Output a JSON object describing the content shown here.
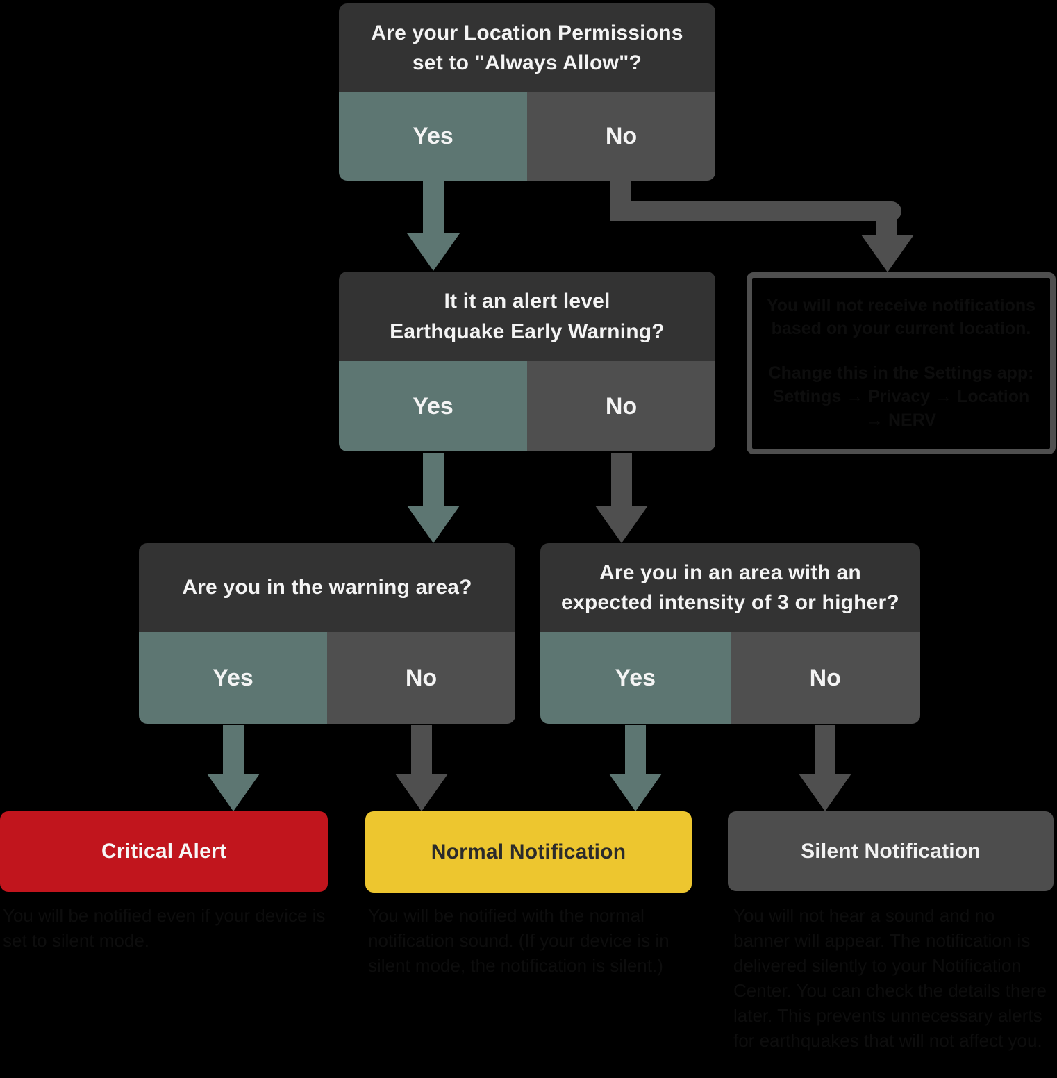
{
  "diagram": {
    "title_hint": "Earthquake Early Warning notification decision flowchart",
    "colors": {
      "background": "#000000",
      "question_header_bg": "#333333",
      "yes_cell_bg": "#5d7672",
      "no_cell_bg": "#4f4f4f",
      "connector_teal": "#5d7672",
      "connector_gray": "#4f4f4f",
      "critical_bg": "#c1151d",
      "normal_bg": "#edc62f",
      "silent_bg": "#4d4d4d",
      "light_text": "#f4f4f4",
      "dark_text": "#0d0d0d"
    },
    "questions": {
      "q1": {
        "text": "Are your Location Permissions\nset to \"Always Allow\"?",
        "yes_label": "Yes",
        "no_label": "No"
      },
      "q2": {
        "text": "It it an alert level\nEarthquake Early Warning?",
        "yes_label": "Yes",
        "no_label": "No"
      },
      "q3": {
        "text": "Are you in the warning area?",
        "yes_label": "Yes",
        "no_label": "No"
      },
      "q4": {
        "text": "Are you in an area with an\nexpected intensity of 3 or higher?",
        "yes_label": "Yes",
        "no_label": "No"
      }
    },
    "info_box": {
      "paragraph1": "You will not receive notifications\nbased on your current location.",
      "paragraph2": "Change this in the Settings app:\nSettings → Privacy → Location → NERV"
    },
    "outcomes": {
      "critical": {
        "label": "Critical Alert",
        "description": "You will be notified even if your device is set to silent mode."
      },
      "normal": {
        "label": "Normal Notification",
        "description": "You will be notified with the normal notification sound. (If your device is in silent mode, the notification is silent.)"
      },
      "silent": {
        "label": "Silent Notification",
        "description": "You will not hear a sound and no banner will appear. The notification is delivered silently to your Notification Center. You can check the details there later. This prevents unnecessary alerts for earthquakes that will not affect you."
      }
    }
  }
}
